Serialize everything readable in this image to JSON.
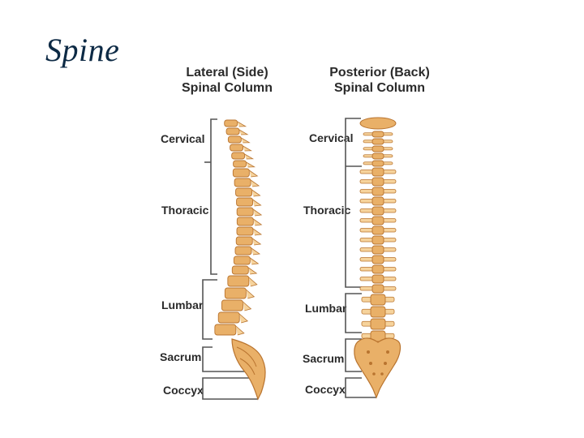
{
  "title": "Spine",
  "lateral": {
    "heading_line1": "Lateral (Side)",
    "heading_line2": "Spinal Column",
    "labels": [
      "Cervical",
      "Thoracic",
      "Lumbar",
      "Sacrum",
      "Coccyx"
    ]
  },
  "posterior": {
    "heading_line1": "Posterior (Back)",
    "heading_line2": "Spinal Column",
    "labels": [
      "Cervical",
      "Thoracic",
      "Lumbar",
      "Sacrum",
      "Coccyx"
    ]
  },
  "colors": {
    "bone_fill": "#e9b068",
    "bone_dark": "#b9742f",
    "bone_light": "#f6d39c",
    "bracket": "#555555",
    "title": "#0d2a45"
  }
}
